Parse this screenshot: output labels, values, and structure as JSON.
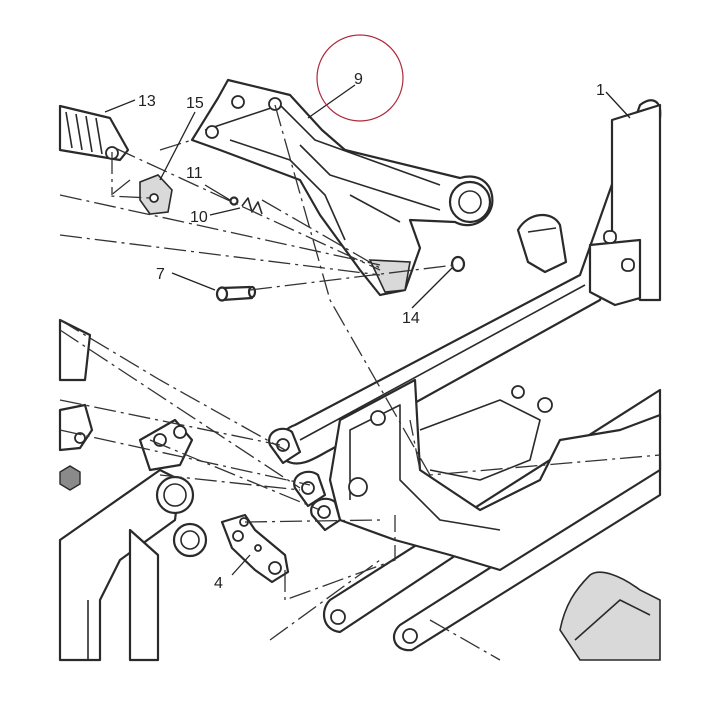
{
  "diagram": {
    "callouts": {
      "c1": "1",
      "c4": "4",
      "c7": "7",
      "c9": "9",
      "c10": "10",
      "c11": "11",
      "c13": "13",
      "c14": "14",
      "c15": "15"
    },
    "highlight_color": "#b0283c"
  }
}
